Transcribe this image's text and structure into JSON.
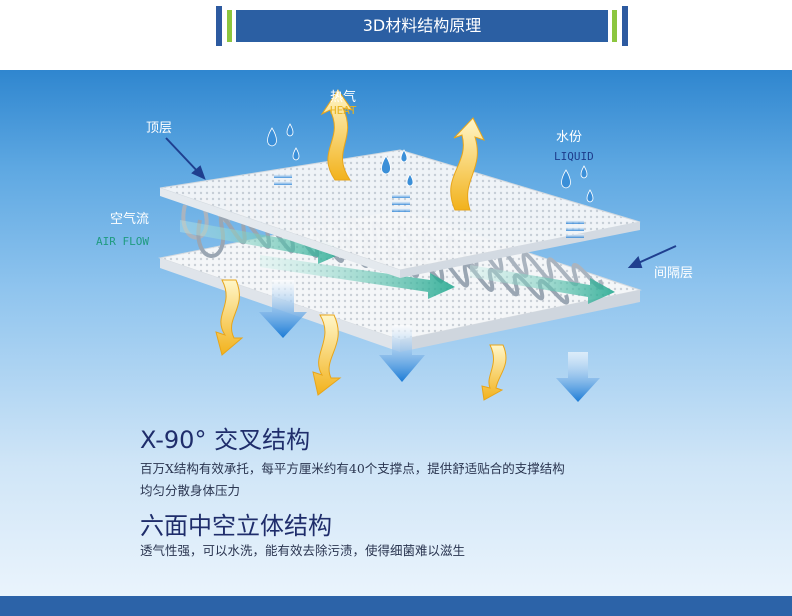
{
  "header": {
    "title": "3D材料结构原理"
  },
  "labels": {
    "top_layer": "顶层",
    "heat_cn": "热气",
    "heat_en": "HEAT",
    "water_cn": "水份",
    "water_en": "LIQUID",
    "air_cn": "空气流",
    "air_en": "AIR FLOW",
    "spacer": "间隔层"
  },
  "features": [
    {
      "title": "X-90°  交叉结构",
      "desc_line1": "百万X结构有效承托，每平方厘米约有40个支撑点，提供舒适贴合的支撑结构",
      "desc_line2": "均匀分散身体压力"
    },
    {
      "title": "六面中空立体结构",
      "desc_line1": "透气性强，可以水洗，能有效去除污渍，使得细菌难以滋生"
    }
  ],
  "colors": {
    "brand_blue": "#2b5fa3",
    "accent_green": "#8cc63f",
    "heat_yellow": "#f5c33a",
    "air_green": "#2fb39a"
  }
}
